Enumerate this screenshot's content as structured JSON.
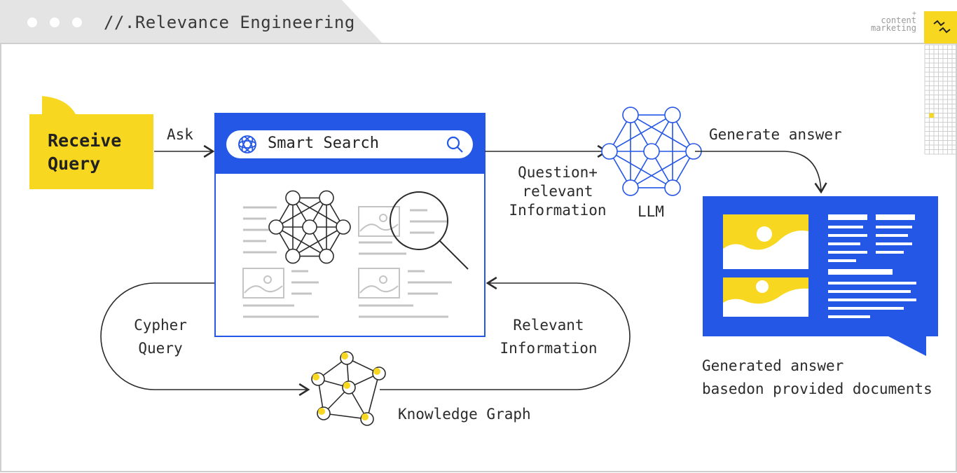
{
  "header": {
    "title": "//.Relevance Engineering",
    "window_dots": 3,
    "brand_plus": "+",
    "brand_line1": "content",
    "brand_line2": "marketing"
  },
  "nodes": {
    "receive_query": {
      "line1": "Receive",
      "line2": "Query"
    },
    "search_box": {
      "label": "Smart Search"
    },
    "llm": {
      "label": "LLM"
    },
    "knowledge_graph": {
      "label": "Knowledge Graph"
    },
    "generated": {
      "line1": "Generated answer",
      "line2": "basedon provided documents"
    }
  },
  "edges": {
    "ask": "Ask",
    "question": {
      "line1": "Question+",
      "line2": "relevant",
      "line3": "Information"
    },
    "generate": "Generate answer",
    "cypher": {
      "line1": "Cypher",
      "line2": "Query"
    },
    "relevant": {
      "line1": "Relevant",
      "line2": "Information"
    }
  },
  "colors": {
    "blue": "#2457e6",
    "yellow": "#f7d720",
    "ink": "#2b2b2b",
    "frame": "#d2d2d2",
    "grey": "#b5b5b5"
  }
}
